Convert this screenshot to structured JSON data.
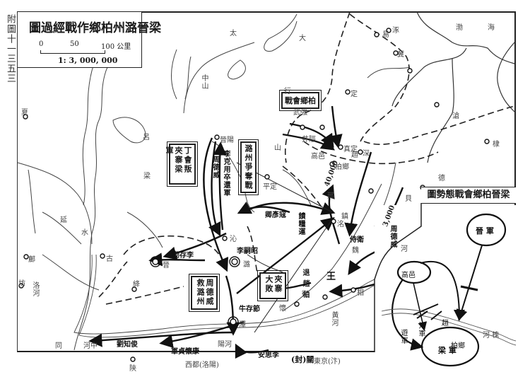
{
  "side_caption": "附圖十一三五三",
  "map": {
    "title": "梁晉潞州柏鄉作戰經過圖",
    "scale": {
      "ticks": [
        "0",
        "50",
        "100 公里"
      ],
      "ratio": "1: 3, 000, 000"
    },
    "boxed_labels": [
      {
        "id": "baixiang-battle",
        "text": "柏鄉會戰"
      },
      {
        "id": "luzhou-battle",
        "text": "潞州爭奪戰"
      },
      {
        "id": "ding-hui",
        "text": "丁會叛 夾寨梁軍"
      },
      {
        "id": "zhou-dewei-relief",
        "text": "周德威 救潞州"
      },
      {
        "id": "jiazhai-defeat",
        "text": "夾寨 大敗"
      }
    ],
    "force_labels": [
      {
        "id": "li-keyong-return",
        "text": "李克用卒還軍"
      },
      {
        "id": "zhou-dewei-1",
        "text": "周德威"
      },
      {
        "id": "li-cunxu",
        "text": "李存勖"
      },
      {
        "id": "liu-zhijun",
        "text": "劉知俊"
      },
      {
        "id": "kang-huaizhen",
        "text": "康懷貞軍"
      },
      {
        "id": "li-siyuan",
        "text": "李思安"
      },
      {
        "id": "feng-jiang",
        "text": "(封)關"
      },
      {
        "id": "wang",
        "text": "王"
      },
      {
        "id": "bai-retreat",
        "text": "退 趙 柏"
      },
      {
        "id": "shiwei",
        "text": "侍衛"
      },
      {
        "id": "zhou-dewei-2",
        "text": "周德威"
      },
      {
        "id": "niu-cun",
        "text": "牛存節"
      },
      {
        "id": "kou-yan",
        "text": "寇彥卿"
      },
      {
        "id": "li-sizhao",
        "text": "李嗣昭"
      },
      {
        "id": "xiang-liang",
        "text": "饋糧運"
      }
    ],
    "distances": [
      "40,000",
      "3,000"
    ],
    "places": [
      {
        "name": "易",
        "type": "city"
      },
      {
        "name": "涿",
        "type": "city"
      },
      {
        "name": "武強",
        "type": "city"
      },
      {
        "name": "定",
        "type": "city"
      },
      {
        "name": "真定",
        "type": "city"
      },
      {
        "name": "井陘",
        "type": "city"
      },
      {
        "name": "趙",
        "type": "city"
      },
      {
        "name": "高邑",
        "type": "city"
      },
      {
        "name": "柏鄉",
        "type": "city"
      },
      {
        "name": "邢",
        "type": "city"
      },
      {
        "name": "洺",
        "type": "city"
      },
      {
        "name": "魏",
        "type": "city"
      },
      {
        "name": "貝",
        "type": "city"
      },
      {
        "name": "深",
        "type": "city"
      },
      {
        "name": "冀",
        "type": "city"
      },
      {
        "name": "滄",
        "type": "city"
      },
      {
        "name": "德",
        "type": "city"
      },
      {
        "name": "棣",
        "type": "city"
      },
      {
        "name": "晉陽",
        "type": "city"
      },
      {
        "name": "沁",
        "type": "city"
      },
      {
        "name": "潞",
        "type": "city"
      },
      {
        "name": "澤",
        "type": "city"
      },
      {
        "name": "晉",
        "type": "city"
      },
      {
        "name": "絳",
        "type": "city"
      },
      {
        "name": "古",
        "type": "city"
      },
      {
        "name": "陝",
        "type": "city"
      },
      {
        "name": "懷",
        "type": "city"
      },
      {
        "name": "衛",
        "type": "city"
      },
      {
        "name": "相",
        "type": "city"
      },
      {
        "name": "平定",
        "type": "city"
      },
      {
        "name": "鄜",
        "type": "city"
      },
      {
        "name": "坊",
        "type": "city"
      },
      {
        "name": "夏",
        "type": "city"
      },
      {
        "name": "同",
        "type": "city"
      },
      {
        "name": "河中",
        "type": "city"
      },
      {
        "name": "陽河",
        "type": "city"
      },
      {
        "name": "西都(洛陽)",
        "type": "city"
      },
      {
        "name": "東京(汴)",
        "type": "city"
      },
      {
        "name": "鎮",
        "type": "city"
      },
      {
        "name": "大",
        "type": "region"
      },
      {
        "name": "行",
        "type": "region"
      },
      {
        "name": "山",
        "type": "region"
      },
      {
        "name": "太",
        "type": "region"
      },
      {
        "name": "中山",
        "type": "region"
      },
      {
        "name": "呂",
        "type": "region"
      },
      {
        "name": "梁",
        "type": "region"
      },
      {
        "name": "延",
        "type": "region"
      },
      {
        "name": "水",
        "type": "region"
      },
      {
        "name": "洛河",
        "type": "river"
      },
      {
        "name": "渤",
        "type": "region"
      },
      {
        "name": "海",
        "type": "region"
      },
      {
        "name": "河",
        "type": "river"
      },
      {
        "name": "黃河",
        "type": "river"
      }
    ]
  },
  "inset": {
    "title": "梁晉柏鄉會戰態勢圖",
    "labels": [
      {
        "id": "jin-army",
        "text": "晉 軍"
      },
      {
        "id": "liang-army",
        "text": "梁 軍"
      },
      {
        "id": "gaoyi",
        "text": "高邑"
      },
      {
        "id": "baixiang",
        "text": "柏鄉"
      },
      {
        "id": "you-jun",
        "text": "遊軍"
      },
      {
        "id": "bian",
        "text": "汴軍"
      },
      {
        "id": "zhao",
        "text": "趙"
      },
      {
        "id": "river",
        "text": "河 槐"
      }
    ]
  },
  "colors": {
    "ink": "#1a1a1a",
    "paper": "#ffffff",
    "faint": "#555555"
  }
}
